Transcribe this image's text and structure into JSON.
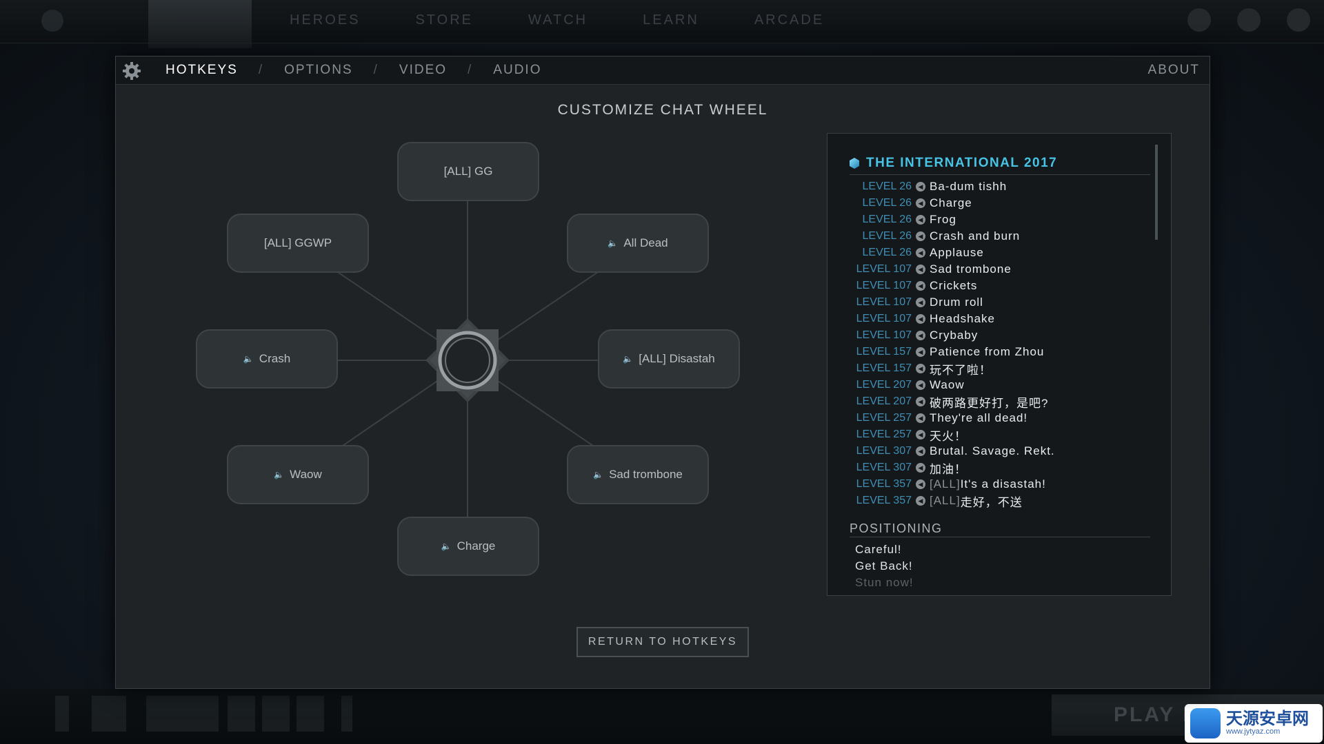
{
  "background": {
    "nav_items": [
      "HEROES",
      "STORE",
      "WATCH",
      "LEARN",
      "ARCADE"
    ],
    "play_button": "PLAY DO",
    "watermark": {
      "text": "天源安卓网",
      "sub": "www.jytyaz.com"
    }
  },
  "dialog": {
    "tabs": [
      {
        "label": "HOTKEYS",
        "active": true
      },
      {
        "label": "OPTIONS",
        "active": false
      },
      {
        "label": "VIDEO",
        "active": false
      },
      {
        "label": "AUDIO",
        "active": false
      }
    ],
    "separator": "/",
    "about": "ABOUT",
    "title": "CUSTOMIZE CHAT WHEEL",
    "return_button": "RETURN TO HOTKEYS"
  },
  "wheel": {
    "slots": [
      {
        "label": "[ALL] GG",
        "sound": false
      },
      {
        "label": "All Dead",
        "sound": true
      },
      {
        "label": "[ALL] Disastah",
        "sound": true
      },
      {
        "label": "Sad trombone",
        "sound": true
      },
      {
        "label": "Charge",
        "sound": true
      },
      {
        "label": "Waow",
        "sound": true
      },
      {
        "label": "Crash",
        "sound": true
      },
      {
        "label": "[ALL] GGWP",
        "sound": false
      }
    ]
  },
  "list": {
    "section_title": "THE INTERNATIONAL 2017",
    "items": [
      {
        "level": "LEVEL 26",
        "prefix": "",
        "text": "Ba-dum tishh"
      },
      {
        "level": "LEVEL 26",
        "prefix": "",
        "text": "Charge"
      },
      {
        "level": "LEVEL 26",
        "prefix": "",
        "text": "Frog"
      },
      {
        "level": "LEVEL 26",
        "prefix": "",
        "text": "Crash and burn"
      },
      {
        "level": "LEVEL 26",
        "prefix": "",
        "text": "Applause"
      },
      {
        "level": "LEVEL 107",
        "prefix": "",
        "text": "Sad trombone"
      },
      {
        "level": "LEVEL 107",
        "prefix": "",
        "text": "Crickets"
      },
      {
        "level": "LEVEL 107",
        "prefix": "",
        "text": "Drum roll"
      },
      {
        "level": "LEVEL 107",
        "prefix": "",
        "text": "Headshake"
      },
      {
        "level": "LEVEL 107",
        "prefix": "",
        "text": "Crybaby"
      },
      {
        "level": "LEVEL 157",
        "prefix": "",
        "text": "Patience from Zhou"
      },
      {
        "level": "LEVEL 157",
        "prefix": "",
        "text": "玩不了啦！"
      },
      {
        "level": "LEVEL 207",
        "prefix": "",
        "text": "Waow"
      },
      {
        "level": "LEVEL 207",
        "prefix": "",
        "text": "破两路更好打，是吧?"
      },
      {
        "level": "LEVEL 257",
        "prefix": "",
        "text": "They're all dead!"
      },
      {
        "level": "LEVEL 257",
        "prefix": "",
        "text": "天火！"
      },
      {
        "level": "LEVEL 307",
        "prefix": "",
        "text": "Brutal. Savage. Rekt."
      },
      {
        "level": "LEVEL 307",
        "prefix": "",
        "text": "加油！"
      },
      {
        "level": "LEVEL 357",
        "prefix": "[ALL]",
        "text": "It's a disastah!"
      },
      {
        "level": "LEVEL 357",
        "prefix": "[ALL]",
        "text": "走好，不送"
      }
    ],
    "positioning_title": "POSITIONING",
    "positioning_items": [
      "Careful!",
      "Get Back!",
      "Stun now!"
    ]
  },
  "colors": {
    "accent": "#47c3e6",
    "level": "#3f8fb5",
    "panel": "#1f2325"
  }
}
